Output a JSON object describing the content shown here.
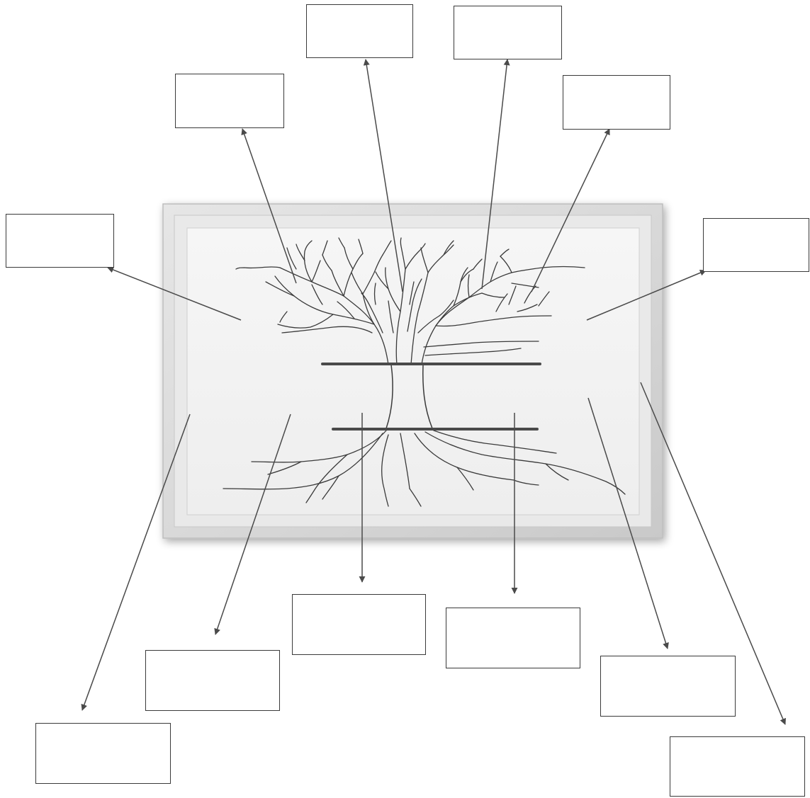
{
  "colors": {
    "background": "#ffffff",
    "frame_outer": "#d2d2d2",
    "frame_inner": "#efefef",
    "picture_area": "#f3f3f3",
    "tree_stroke": "#3a3a3a",
    "bar_stroke": "#4a4a4a",
    "arrow_stroke": "#4a4a4a",
    "box_border": "#3a3a3a"
  },
  "label_boxes": [
    {
      "name": "label-box-top-center-left",
      "text": ""
    },
    {
      "name": "label-box-top-center-right",
      "text": ""
    },
    {
      "name": "label-box-upper-left",
      "text": ""
    },
    {
      "name": "label-box-upper-right",
      "text": ""
    },
    {
      "name": "label-box-left",
      "text": ""
    },
    {
      "name": "label-box-right",
      "text": ""
    },
    {
      "name": "label-box-bottom-center-left",
      "text": ""
    },
    {
      "name": "label-box-bottom-center-right",
      "text": ""
    },
    {
      "name": "label-box-lower-left",
      "text": ""
    },
    {
      "name": "label-box-lower-right",
      "text": ""
    },
    {
      "name": "label-box-bottom-left",
      "text": ""
    },
    {
      "name": "label-box-bottom-right",
      "text": ""
    }
  ]
}
